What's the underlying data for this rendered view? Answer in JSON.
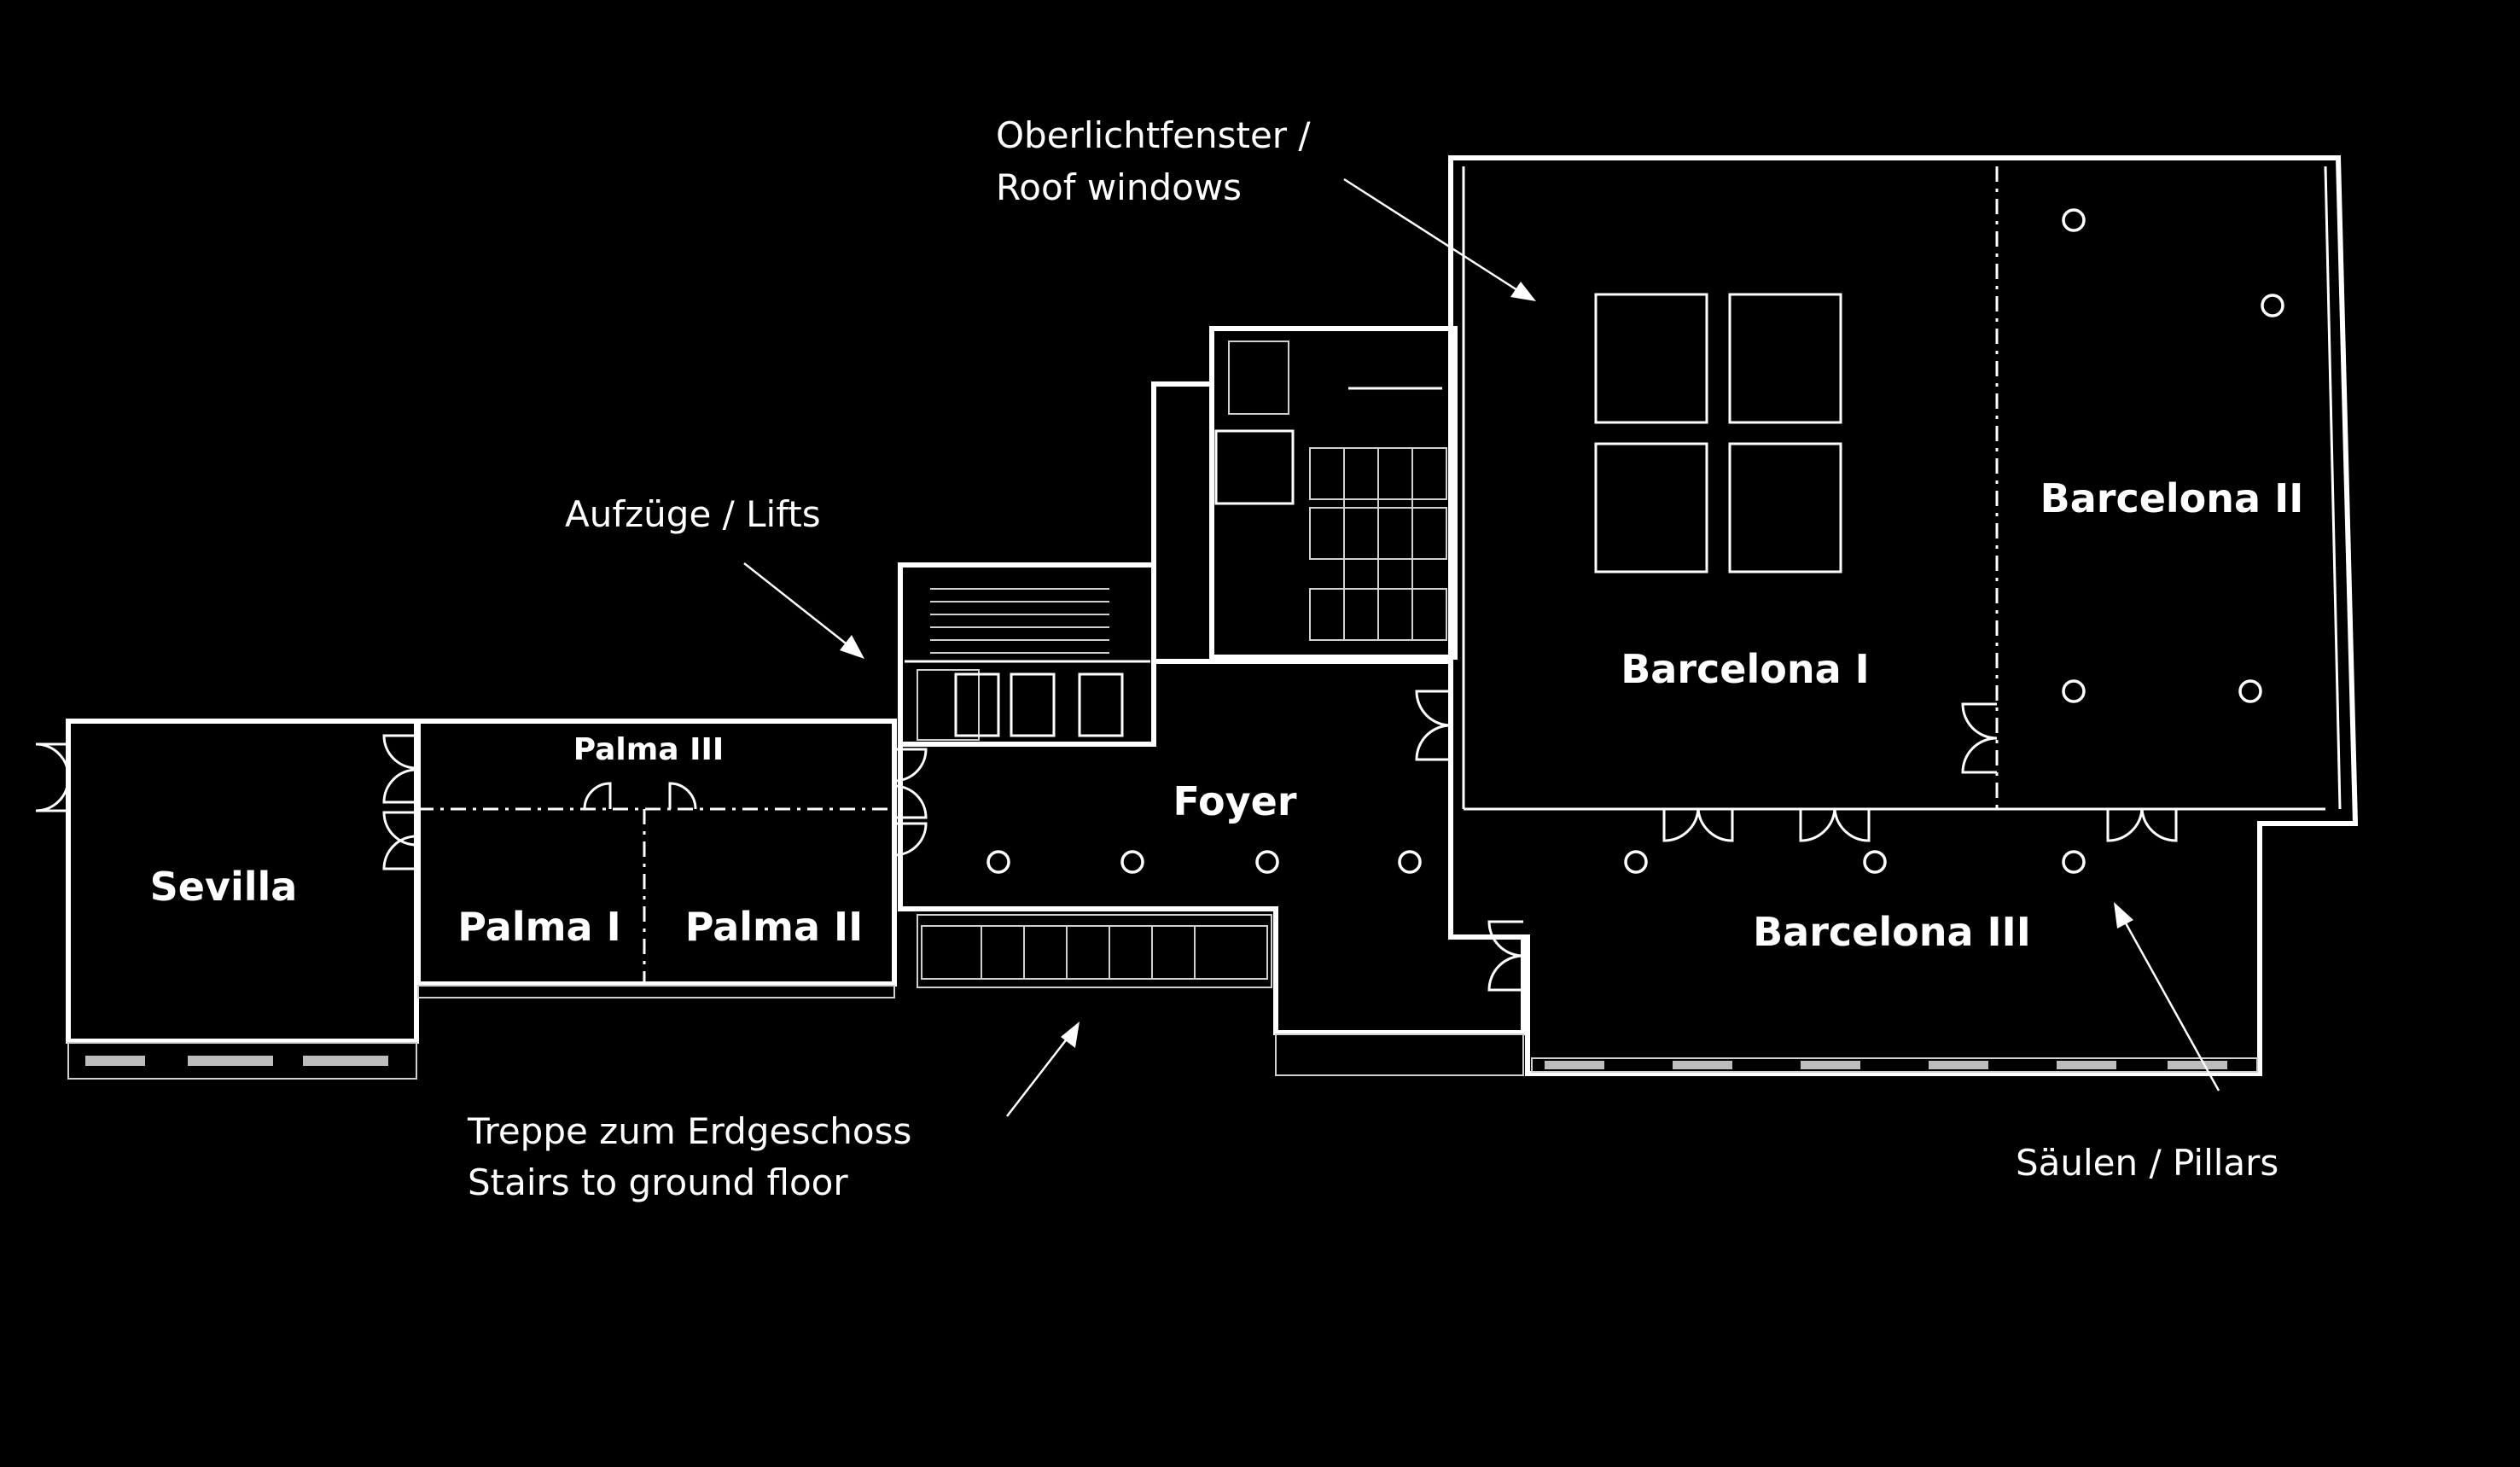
{
  "rooms": {
    "sevilla": "Sevilla",
    "palma_1": "Palma I",
    "palma_2": "Palma II",
    "palma_3": "Palma III",
    "foyer": "Foyer",
    "barcelona_1": "Barcelona I",
    "barcelona_2": "Barcelona II",
    "barcelona_3": "Barcelona III"
  },
  "annotations": {
    "roof_windows": {
      "line1": "Oberlichtfenster /",
      "line2": "Roof windows"
    },
    "lifts": {
      "line1": "Aufzüge / Lifts"
    },
    "stairs": {
      "line1": "Treppe zum Erdgeschoss",
      "line2": "Stairs to ground floor"
    },
    "pillars": {
      "line1": "Säulen / Pillars"
    }
  },
  "colors": {
    "background": "#000000",
    "lines": "#ffffff"
  }
}
